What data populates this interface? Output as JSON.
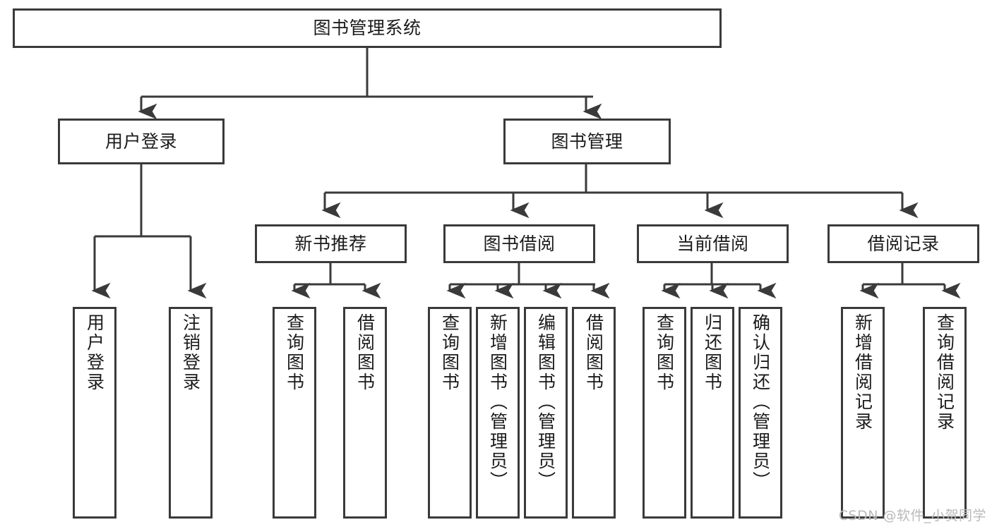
{
  "diagram": {
    "title": "图书管理系统",
    "type": "hierarchy-tree",
    "colors": {
      "border": "#3a3a3a",
      "background": "#ffffff",
      "text": "#1b1b1b",
      "watermark": "#b9b9b9"
    },
    "levels": {
      "root": {
        "label": "图书管理系统"
      },
      "level2": [
        {
          "label": "用户登录"
        },
        {
          "label": "图书管理"
        }
      ],
      "level3": [
        {
          "label": "新书推荐"
        },
        {
          "label": "图书借阅"
        },
        {
          "label": "当前借阅"
        },
        {
          "label": "借阅记录"
        }
      ],
      "leaves": {
        "user_login": [
          {
            "label": "用户登录"
          },
          {
            "label": "注销登录"
          }
        ],
        "new_book": [
          {
            "label": "查询图书"
          },
          {
            "label": "借阅图书"
          }
        ],
        "book_borrow": [
          {
            "label": "查询图书"
          },
          {
            "label": "新增图书（管理员）"
          },
          {
            "label": "编辑图书（管理员）"
          },
          {
            "label": "借阅图书"
          }
        ],
        "current_borrow": [
          {
            "label": "查询图书"
          },
          {
            "label": "归还图书"
          },
          {
            "label": "确认归还（管理员）"
          }
        ],
        "borrow_record": [
          {
            "label": "新增借阅记录"
          },
          {
            "label": "查询借阅记录"
          }
        ]
      }
    }
  },
  "watermark": {
    "text": "CSDN @软件_小贺同学"
  }
}
